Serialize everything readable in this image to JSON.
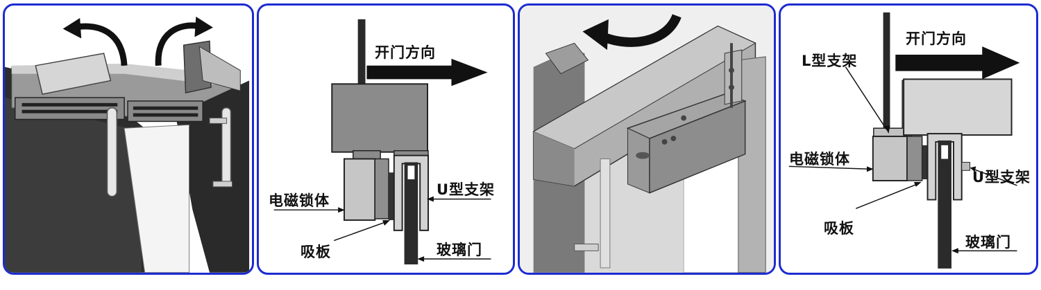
{
  "panels": [
    {
      "id": "panel-1",
      "labels": {}
    },
    {
      "id": "panel-2",
      "labels": {
        "open_direction": "开门方向",
        "lock_body": "电磁锁体",
        "u_bracket": "U型支架",
        "armature_plate": "吸板",
        "glass_door": "玻璃门"
      }
    },
    {
      "id": "panel-3",
      "labels": {}
    },
    {
      "id": "panel-4",
      "labels": {
        "open_direction": "开门方向",
        "l_bracket": "L型支架",
        "lock_body": "电磁锁体",
        "u_bracket": "U型支架",
        "armature_plate": "吸板",
        "glass_door": "玻璃门"
      }
    }
  ],
  "colors": {
    "border": "#1d2bd0",
    "dark_gray": "#3a3a3a",
    "mid_gray": "#8c8c8c",
    "light_gray": "#c9c9c9",
    "black": "#111111"
  }
}
